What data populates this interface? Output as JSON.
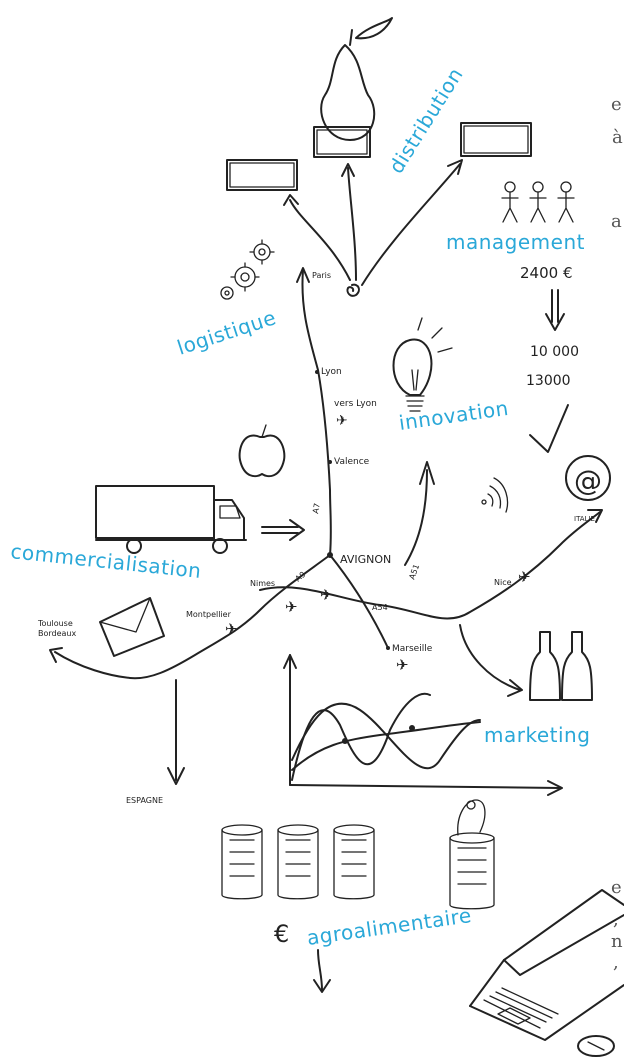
{
  "labels": {
    "distribution": "distribution",
    "management": "management",
    "logistique": "logistique",
    "innovation": "innovation",
    "commercialisation": "commercialisation",
    "marketing": "marketing",
    "agroalimentaire": "agroalimentaire"
  },
  "cities": {
    "paris": "Paris",
    "lyon": "Lyon",
    "vers_lyon": "vers Lyon",
    "valence": "Valence",
    "avignon": "AVIGNON",
    "nimes": "Nimes",
    "montpellier": "Montpellier",
    "toulouse": "Toulouse",
    "bordeaux": "Bordeaux",
    "marseille": "Marseille",
    "nice": "Nice",
    "italie": "ITALIE",
    "espagne": "ESPAGNE"
  },
  "roads": {
    "a7": "A7",
    "a9": "A9",
    "a51": "A51",
    "a54": "A54"
  },
  "numbers": {
    "n1": "2400 €",
    "n2": "10 000",
    "n3": "13000"
  },
  "symbols": {
    "euro": "€",
    "at": "@"
  },
  "cutoff_text": {
    "e1": "e",
    "a1": "à",
    "a2": "a",
    "e2": "e",
    "c1": ",",
    "n1": "n",
    "c2": ","
  },
  "icons": [
    "pear-icon",
    "box-icon",
    "gears-icon",
    "stick-figures-icon",
    "lightbulb-icon",
    "apple-icon",
    "truck-icon",
    "envelope-icon",
    "plane-icon",
    "checkmark-icon",
    "wifi-icon",
    "bottles-icon",
    "cans-icon",
    "open-can-icon",
    "laptop-icon",
    "mouse-icon",
    "chart-icon"
  ],
  "colors": {
    "accent": "#2aa8d8",
    "ink": "#222222"
  }
}
